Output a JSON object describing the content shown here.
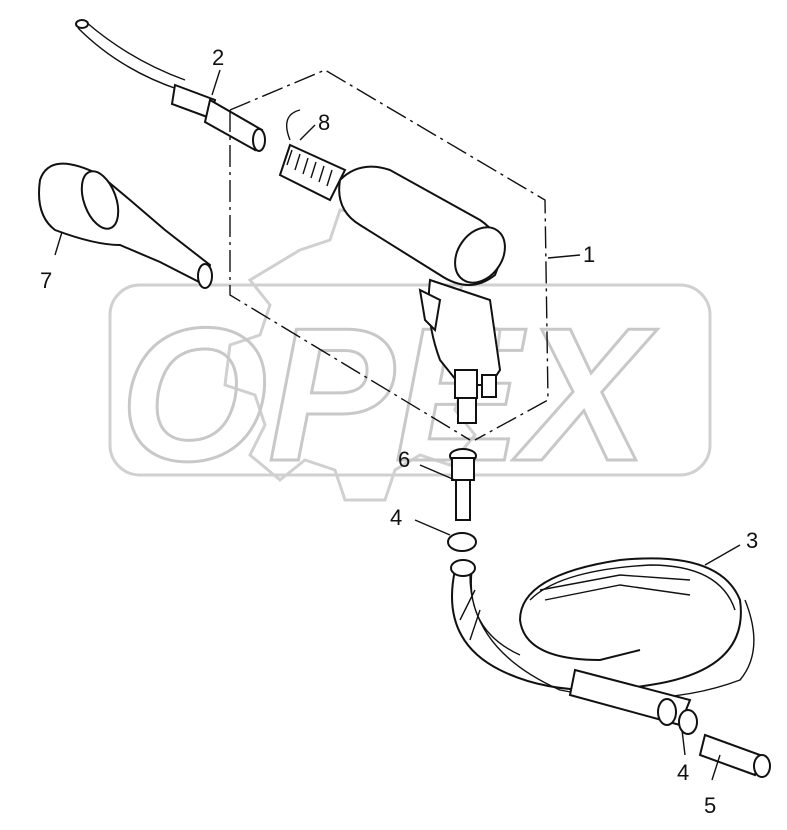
{
  "diagram": {
    "watermark": "OPEX",
    "callouts": [
      {
        "id": "c1",
        "text": "1"
      },
      {
        "id": "c2",
        "text": "2"
      },
      {
        "id": "c3",
        "text": "3"
      },
      {
        "id": "c4a",
        "text": "4"
      },
      {
        "id": "c4b",
        "text": "4"
      },
      {
        "id": "c5",
        "text": "5"
      },
      {
        "id": "c6",
        "text": "6"
      },
      {
        "id": "c7",
        "text": "7"
      },
      {
        "id": "c8",
        "text": "8"
      }
    ],
    "line_color": "#111111",
    "watermark_color": "#c8c8c8"
  }
}
